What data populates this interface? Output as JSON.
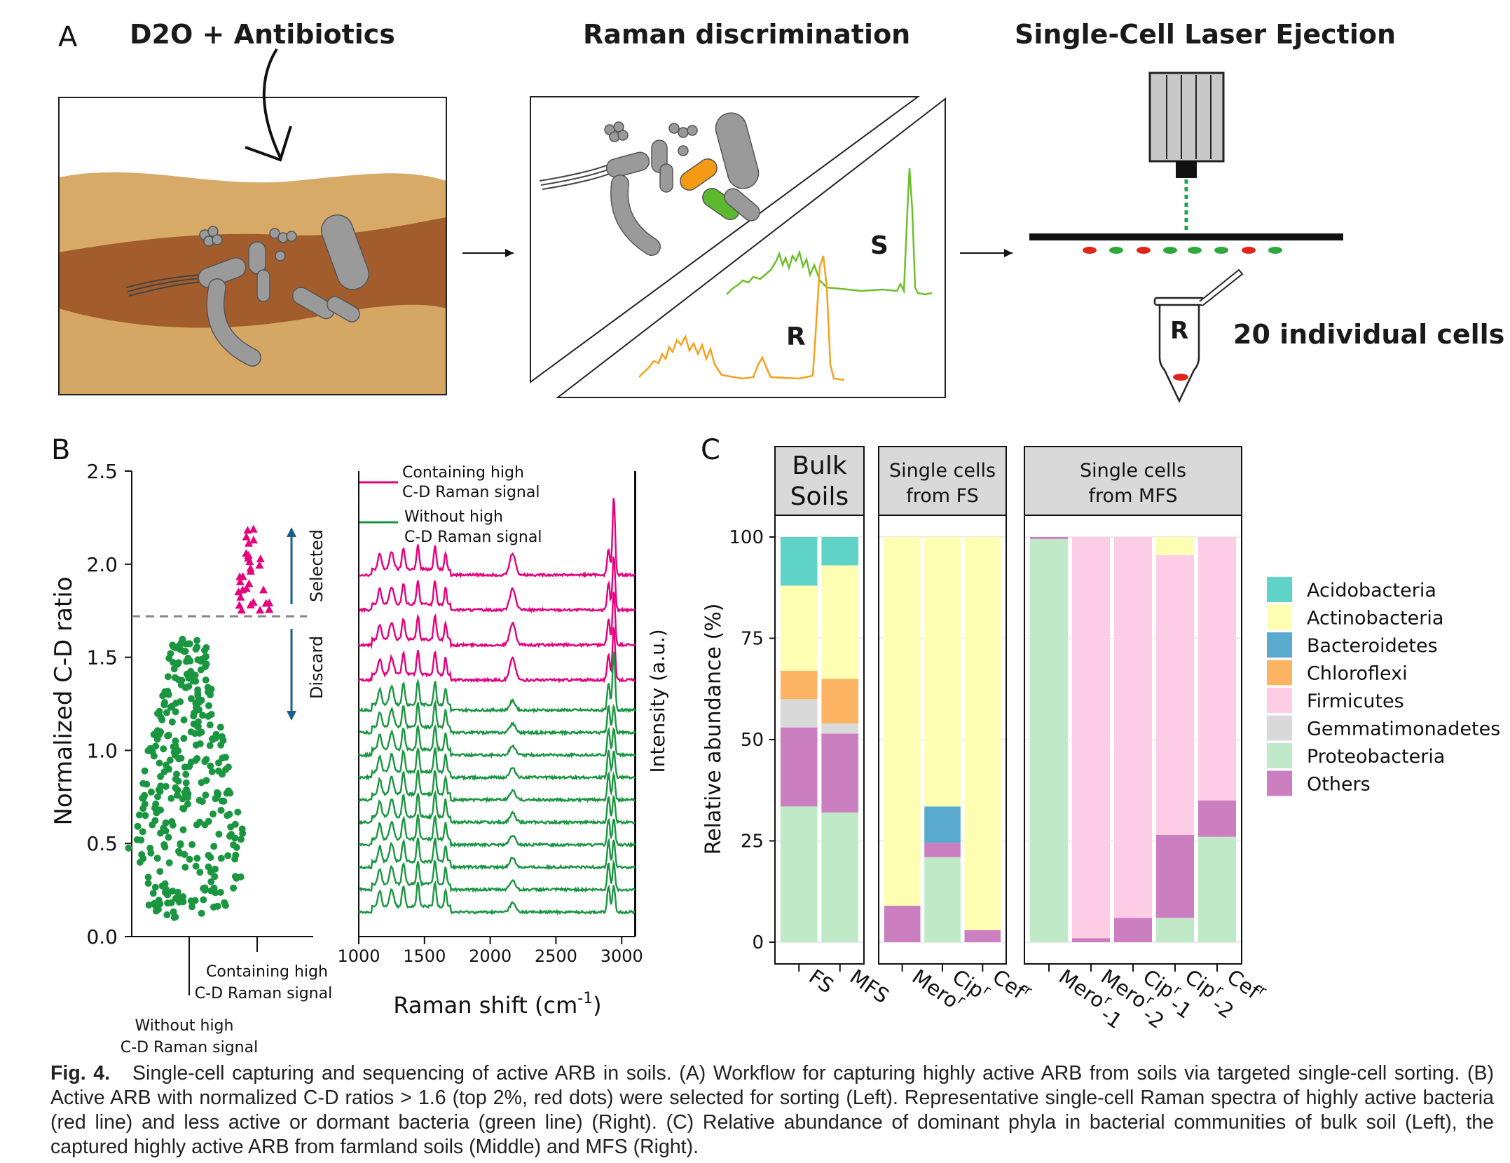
{
  "panelA": {
    "label": "A",
    "titles": [
      "D2O + Antibiotics",
      "Raman discrimination",
      "Single-Cell Laser Ejection"
    ],
    "s_label": "S",
    "r_label": "R",
    "tube_label": "R",
    "cells_text": "20 individual cells"
  },
  "panelB": {
    "label": "B",
    "scatter": {
      "ylabel": "Normalized C-D ratio",
      "yticks": [
        "0.0",
        "0.5",
        "1.0",
        "1.5",
        "2.0",
        "2.5"
      ],
      "ylim": [
        0,
        2.5
      ],
      "threshold": 1.72,
      "selected_label": "Selected",
      "discard_label": "Discard",
      "x_without": "Without high\nC-D Raman signal",
      "x_containing": "Containing high\nC-D Raman signal",
      "colors": {
        "selected": "#e6007e",
        "discard": "#1a9641"
      }
    },
    "spectra": {
      "xlabel": "Raman shift (cm",
      "xlabel_sup": "-1",
      "xlabel_end": ")",
      "ylabel": "Intensity (a.u.)",
      "xticks": [
        "1000",
        "1500",
        "2000",
        "2500",
        "3000"
      ],
      "xlim": [
        1000,
        3100
      ],
      "legend": [
        "Containing high\nC-D Raman signal",
        "Without high\nC-D Raman signal"
      ],
      "n_pink": 4,
      "n_green": 10
    }
  },
  "panelC": {
    "label": "C",
    "ylabel": "Relative abundance (%)",
    "yticks": [
      "0",
      "25",
      "50",
      "75",
      "100"
    ],
    "facets": [
      {
        "title": "Bulk\nSoils",
        "categories": [
          "FS",
          "MFS"
        ]
      },
      {
        "title": "Single cells\nfrom FS",
        "categories": [
          "Mero",
          "Cip",
          "Cef"
        ]
      },
      {
        "title": "Single cells\nfrom MFS",
        "categories": [
          "Mero-1",
          "Mero-2",
          "Cip-1",
          "Cip-2",
          "Cef"
        ]
      }
    ],
    "x_tick_labels": [
      {
        "base": "FS",
        "sup": "",
        "sub": ""
      },
      {
        "base": "MFS",
        "sup": "",
        "sub": ""
      },
      {
        "base": "Mero",
        "sup": "r",
        "sub": ""
      },
      {
        "base": "Cip",
        "sup": "r",
        "sub": ""
      },
      {
        "base": "Cef",
        "sup": "r",
        "sub": ""
      },
      {
        "base": "Mero",
        "sup": "r",
        "sub": "-1"
      },
      {
        "base": "Mero",
        "sup": "r",
        "sub": "-2"
      },
      {
        "base": "Cip",
        "sup": "r",
        "sub": "-1"
      },
      {
        "base": "Cip",
        "sup": "r",
        "sub": "-2"
      },
      {
        "base": "Cef",
        "sup": "r",
        "sub": ""
      }
    ],
    "legend": [
      {
        "name": "Acidobacteria",
        "color": "#5fd3c8"
      },
      {
        "name": "Actinobacteria",
        "color": "#ffffb3"
      },
      {
        "name": "Bacteroidetes",
        "color": "#5aaad0"
      },
      {
        "name": "Chloroflexi",
        "color": "#fdb462"
      },
      {
        "name": "Firmicutes",
        "color": "#fccde5"
      },
      {
        "name": "Gemmatimonadetes",
        "color": "#d9d9d9"
      },
      {
        "name": "Proteobacteria",
        "color": "#bfe9c7"
      },
      {
        "name": "Others",
        "color": "#cc7fc0"
      }
    ]
  },
  "chart_data": [
    {
      "type": "scatter",
      "ylabel": "Normalized C-D ratio",
      "ylim": [
        0,
        2.5
      ],
      "series": [
        {
          "name": "Containing high C-D Raman signal",
          "range": [
            1.75,
            2.2
          ]
        },
        {
          "name": "Without high C-D Raman signal",
          "range": [
            0.1,
            1.6
          ]
        }
      ]
    },
    {
      "type": "bar",
      "stacked": true,
      "ylabel": "Relative abundance (%)",
      "ylim": [
        0,
        100
      ],
      "categories": [
        "FS",
        "MFS",
        "Mero",
        "Cip",
        "Cef",
        "Mero-1",
        "Mero-2",
        "Cip-1",
        "Cip-2",
        "Cef"
      ],
      "series": [
        {
          "name": "Proteobacteria",
          "values": [
            33.5,
            32,
            0,
            21,
            0,
            99.5,
            0,
            0,
            6,
            26
          ]
        },
        {
          "name": "Others",
          "values": [
            19.5,
            19.5,
            9,
            3.5,
            3,
            0.5,
            1,
            6,
            20.5,
            9
          ]
        },
        {
          "name": "Gemmatimonadetes",
          "values": [
            7,
            2.5,
            0,
            0,
            0,
            0,
            0,
            0,
            0,
            0
          ]
        },
        {
          "name": "Chloroflexi",
          "values": [
            7,
            11,
            0,
            0,
            0,
            0,
            0,
            0,
            0,
            0
          ]
        },
        {
          "name": "Bacteroidetes",
          "values": [
            0,
            0,
            0,
            9,
            0,
            0,
            0,
            0,
            0,
            0
          ]
        },
        {
          "name": "Firmicutes",
          "values": [
            0,
            0,
            0,
            0,
            0,
            0,
            99,
            94,
            69,
            65
          ]
        },
        {
          "name": "Actinobacteria",
          "values": [
            21,
            28,
            91,
            66.5,
            97,
            0,
            0,
            0,
            4.5,
            0
          ]
        },
        {
          "name": "Acidobacteria",
          "values": [
            12,
            7,
            0,
            0,
            0,
            0,
            0,
            0,
            0,
            0
          ]
        }
      ]
    }
  ],
  "caption": {
    "fig": "Fig. 4.",
    "text": "Single-cell capturing and sequencing of active ARB in soils. (A) Workflow for capturing highly active ARB from soils via targeted single-cell sorting. (B) Active ARB with normalized C-D ratios > 1.6 (top 2%, red dots) were selected for sorting (Left). Representative single-cell Raman spectra of highly active bacteria (red line) and less active or dormant bacteria (green line) (Right). (C) Relative abundance of dominant phyla in bacterial communities of bulk soil (Left), the captured highly active ARB from farmland soils (Middle) and MFS (Right)."
  }
}
